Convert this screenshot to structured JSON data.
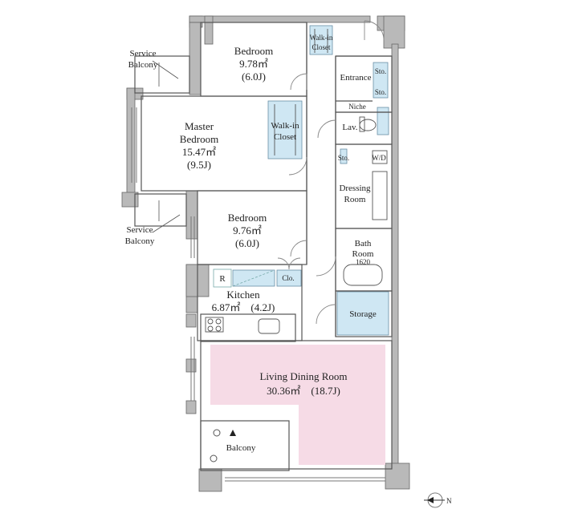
{
  "rooms": {
    "bedroom_top": {
      "name": "Bedroom",
      "area": "9.78㎡",
      "size": "(6.0J)"
    },
    "walkin_top": {
      "name": "Walk-in",
      "sub": "Closet"
    },
    "master": {
      "name": "Master",
      "name2": "Bedroom",
      "area": "15.47㎡",
      "size": "(9.5J)"
    },
    "walkin_master": {
      "name": "Walk-in",
      "sub": "Closet"
    },
    "bedroom_mid": {
      "name": "Bedroom",
      "area": "9.76㎡",
      "size": "(6.0J)"
    },
    "kitchen": {
      "name": "Kitchen",
      "area": "6.87㎡　(4.2J)"
    },
    "ldr": {
      "name": "Living Dining Room",
      "area": "30.36㎡　(18.7J)"
    },
    "balcony": {
      "name": "Balcony"
    },
    "service_balcony_top": {
      "line1": "Service",
      "line2": "Balcony"
    },
    "service_balcony_bottom": {
      "line1": "Service",
      "line2": "Balcony"
    },
    "entrance": {
      "name": "Entrance"
    },
    "sto1": "Sto.",
    "sto2": "Sto.",
    "sto3": "Sto.",
    "niche": "Niche",
    "lav": "Lav.",
    "wd": "W/D",
    "dressing": {
      "line1": "Dressing",
      "line2": "Room"
    },
    "bath": {
      "line1": "Bath",
      "line2": "Room",
      "size": "1620"
    },
    "storage": "Storage",
    "clo": "Clo.",
    "fridge": "R"
  },
  "compass": {
    "label": "N"
  },
  "colors": {
    "living": "#f6dbe6",
    "closet": "#cfe7f3",
    "storage": "#cfe7f3",
    "wall": "#b9b9b9",
    "line": "#555555"
  }
}
